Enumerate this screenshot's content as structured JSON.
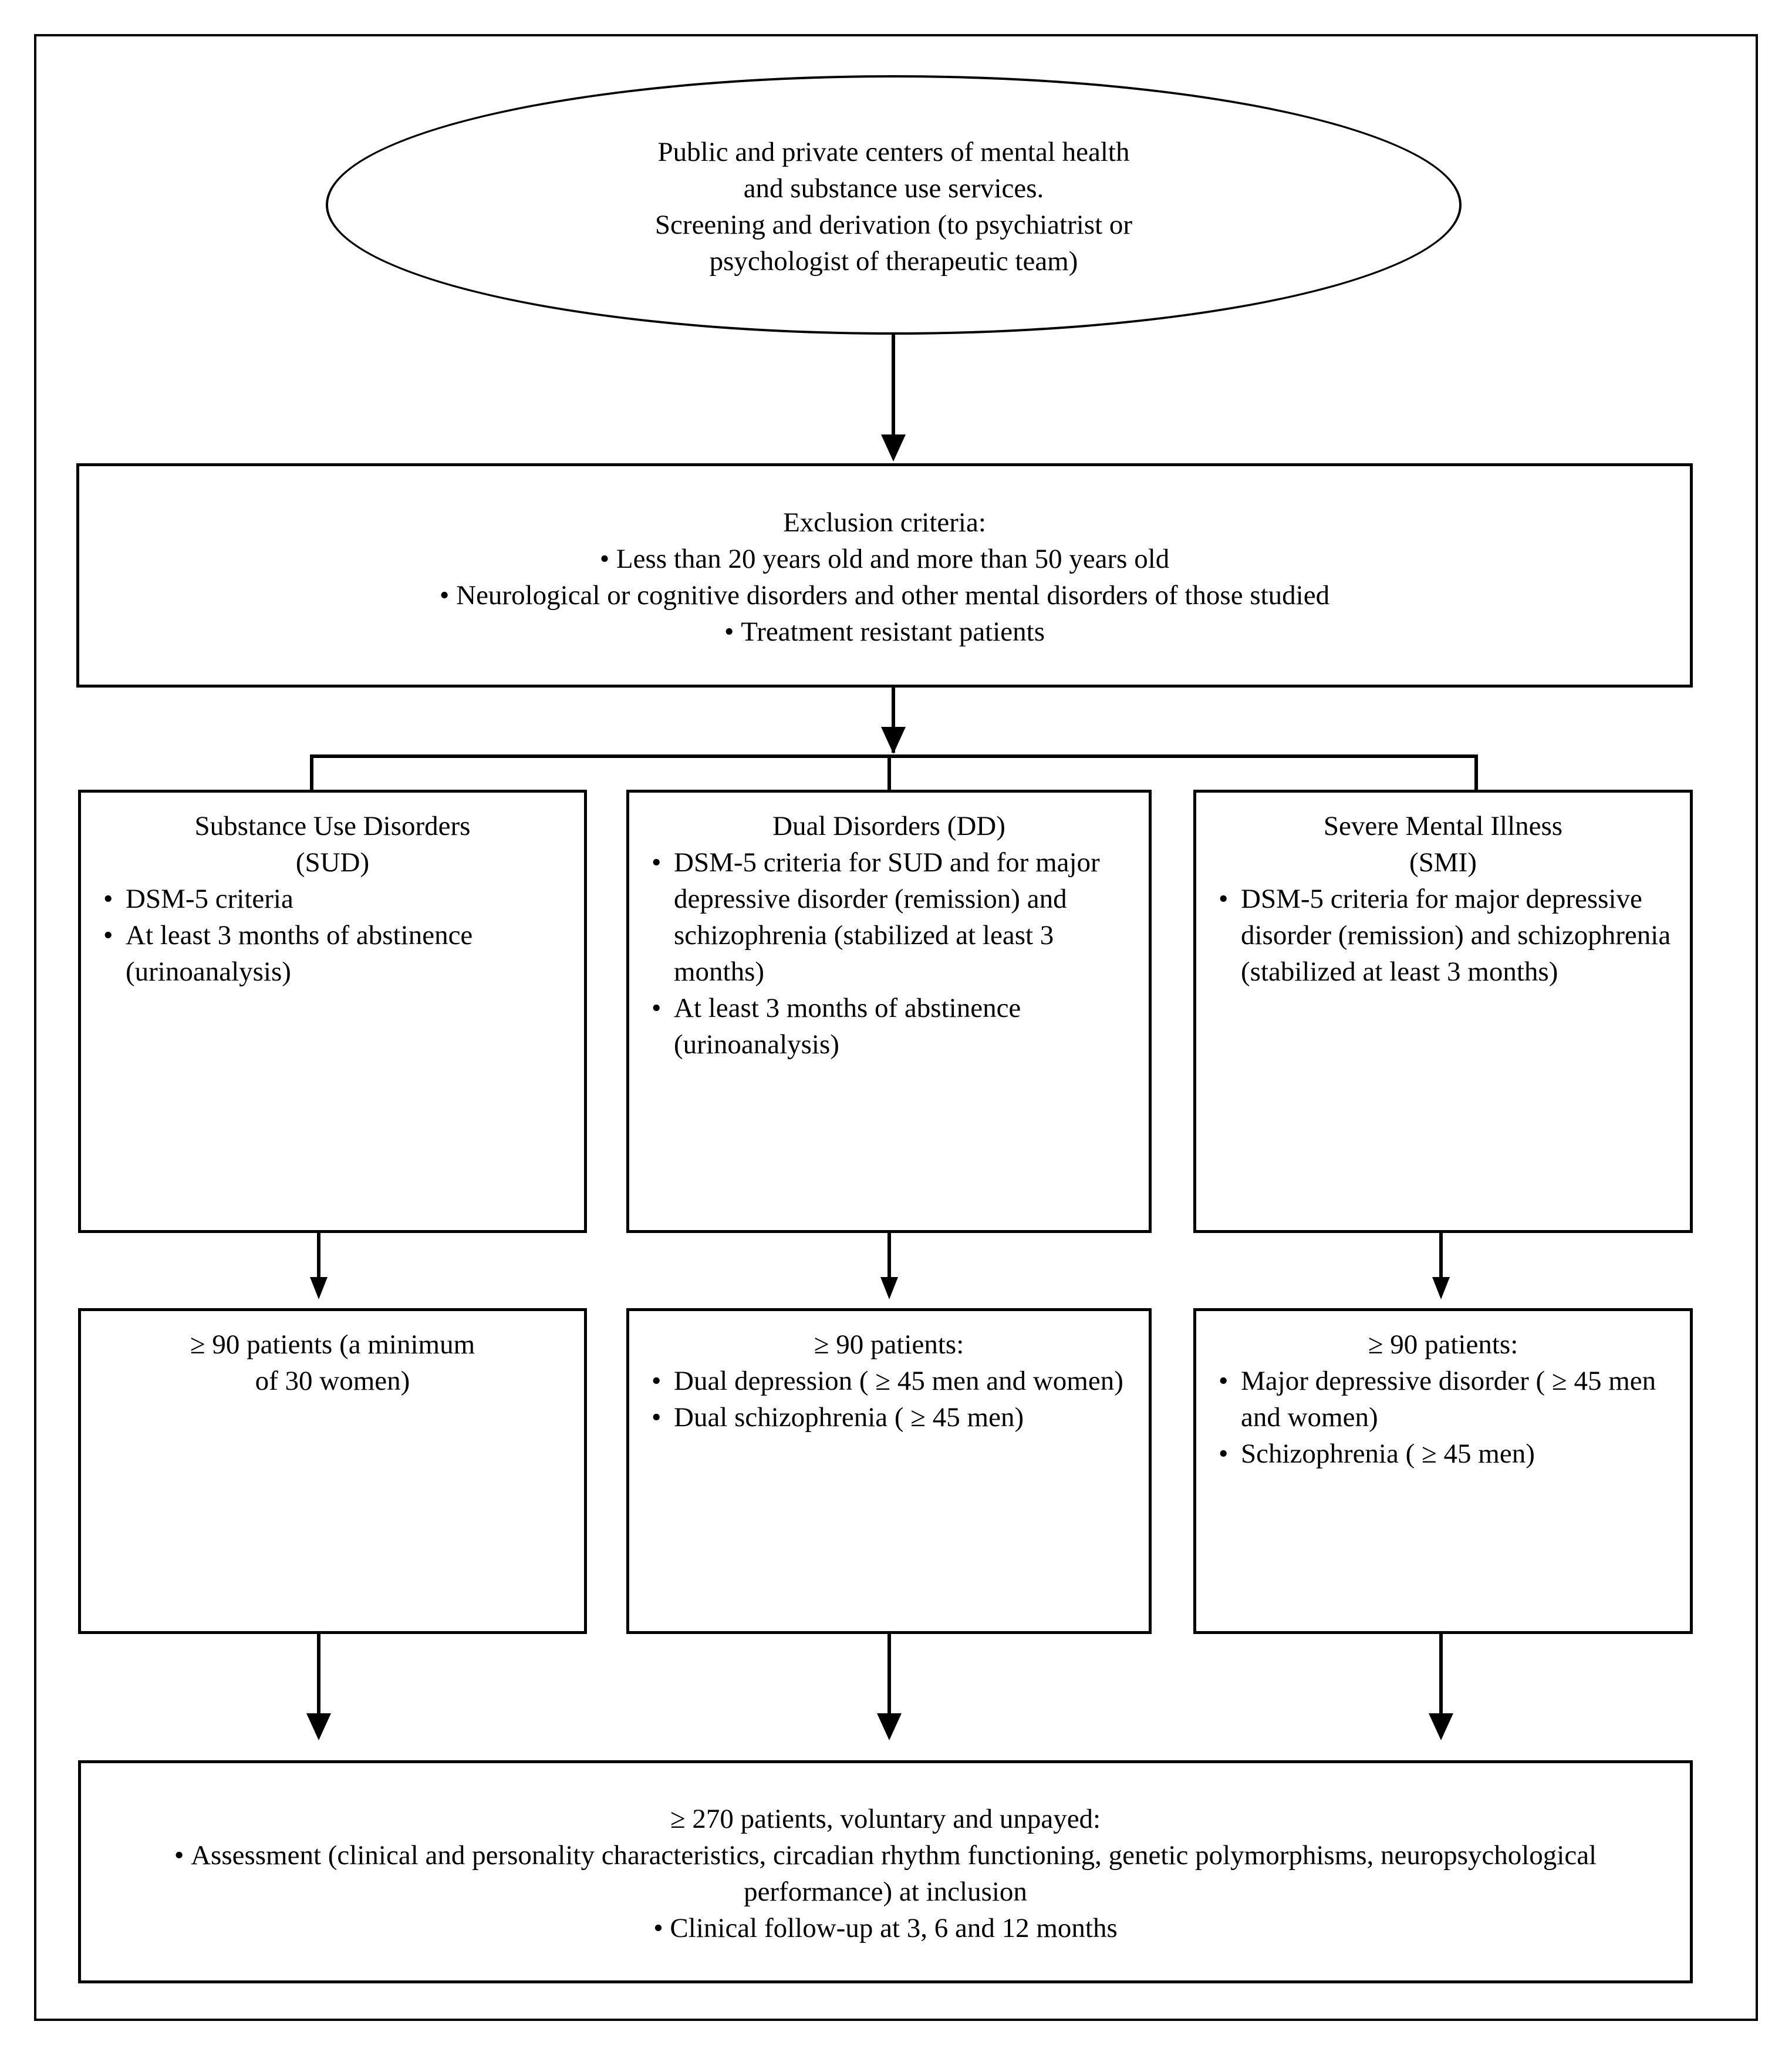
{
  "diagram": {
    "title": "Study flow diagram: recruitment, exclusion criteria, diagnostic groups and assessment",
    "nodes": {
      "source": {
        "shape": "ellipse",
        "lines": [
          "Public and private centers of mental health",
          "and substance use services.",
          "Screening and derivation (to psychiatrist or",
          "psychologist of therapeutic team)"
        ]
      },
      "exclusion": {
        "heading": "Exclusion criteria:",
        "bullets": [
          "Less than 20 years old and more than 50 years old",
          "Neurological or cognitive disorders and other mental disorders of those studied",
          "Treatment resistant patients"
        ]
      },
      "sud": {
        "title_line1": "Substance Use Disorders",
        "title_line2": "(SUD)",
        "bullets": [
          "DSM-5 criteria",
          "At least 3 months of abstinence (urinoanalysis)"
        ]
      },
      "dd": {
        "title_line1": "Dual Disorders (DD)",
        "title_line2": "",
        "bullets": [
          "DSM-5 criteria for SUD and for major depressive disorder (remission) and schizophrenia (stabilized at least 3 months)",
          "At least 3 months of abstinence (urinoanalysis)"
        ]
      },
      "smi": {
        "title_line1": "Severe Mental Illness",
        "title_line2": "(SMI)",
        "bullets": [
          "DSM-5 criteria for major depressive disorder (remission) and schizophrenia (stabilized at least 3 months)"
        ]
      },
      "sud_count": {
        "heading_line1": "≥ 90 patients (a minimum",
        "heading_line2": "of 30 women)",
        "bullets": []
      },
      "dd_count": {
        "heading": "≥ 90 patients:",
        "bullets": [
          "Dual depression ( ≥ 45 men and women)",
          "Dual schizophrenia ( ≥ 45 men)"
        ]
      },
      "smi_count": {
        "heading": "≥ 90 patients:",
        "bullets": [
          "Major depressive disorder ( ≥ 45 men and women)",
          "Schizophrenia ( ≥ 45 men)"
        ]
      },
      "final": {
        "heading": "≥ 270 patients, voluntary and unpayed:",
        "bullets": [
          "Assessment (clinical and personality characteristics, circadian rhythm functioning, genetic polymorphisms, neuropsychological performance) at inclusion",
          "Clinical follow-up at 3, 6 and 12 months"
        ]
      }
    },
    "colors": {
      "stroke": "#000000",
      "background": "#ffffff",
      "text": "#000000"
    }
  }
}
